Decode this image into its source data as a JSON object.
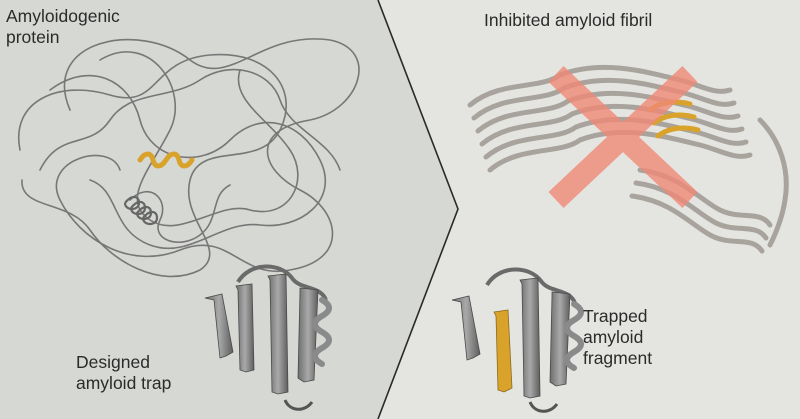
{
  "panels": {
    "protein": {
      "line1": "Amyloidogenic",
      "line2": "protein"
    },
    "fibril": {
      "title": "Inhibited amyloid fibril"
    },
    "trap": {
      "line1": "Designed",
      "line2": "amyloid trap"
    },
    "fragment": {
      "line1": "Trapped",
      "line2": "amyloid",
      "line3": "fragment"
    }
  },
  "colors": {
    "left_panel_bg": "#d6d8d3",
    "right_panel_bg": "#e4e5e1",
    "divider": "#2a2a2a",
    "highlight": "#d9a22a",
    "inhibit_cross": "#f08a78",
    "protein_gray": "#8c8c8c",
    "fibril_gray": "#b5b0aa"
  }
}
